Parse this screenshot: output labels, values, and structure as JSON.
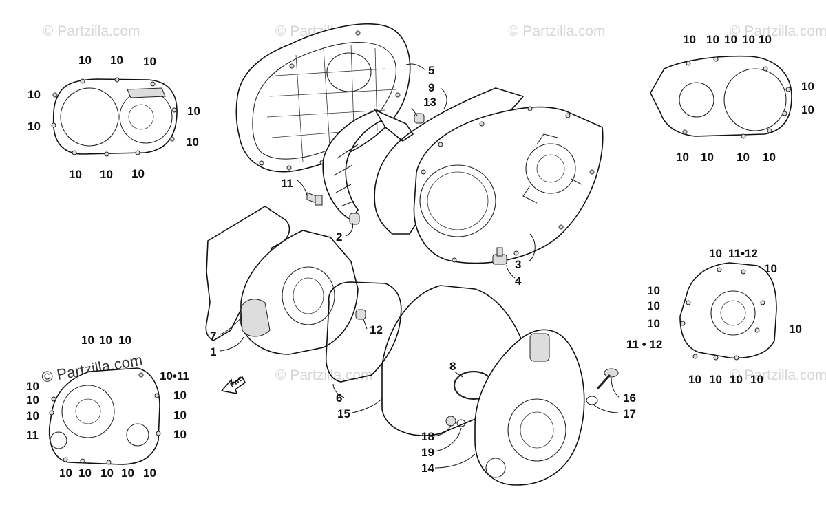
{
  "watermark": {
    "text": "© Partzilla.com"
  },
  "forward_arrow_label": "FWD",
  "callouts": {
    "c1": "1",
    "c2": "2",
    "c3": "3",
    "c4": "4",
    "c5": "5",
    "c6": "6",
    "c7": "7",
    "c8": "8",
    "c9": "9",
    "c11": "11",
    "c12": "12",
    "c13": "13",
    "c14": "14",
    "c15": "15",
    "c16": "16",
    "c17": "17",
    "c18": "18",
    "c19": "19",
    "ten": "10",
    "ten_eleven": "10•11",
    "eleven_twelve": "11•12",
    "eleven_twelve_b": "11 • 12"
  }
}
